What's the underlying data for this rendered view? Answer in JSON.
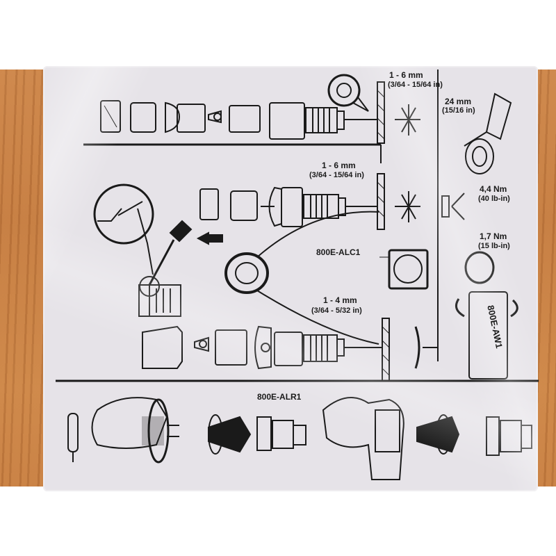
{
  "photo": {
    "subject": "instruction sheet in plastic bag on wooden surface",
    "colors": {
      "wood": "#c9824a",
      "sheet": "#e6e3e8",
      "ink": "#1a1a1a"
    }
  },
  "labels": {
    "gap_top_mm": "1 - 6 mm",
    "gap_top_in": "(3/64 - 15/64 in)",
    "wrench_mm": "24 mm",
    "wrench_in": "(15/16 in)",
    "gap_mid_mm": "1 - 6 mm",
    "gap_mid_in": "(3/64 - 15/64 in)",
    "torque_1": "4,4 Nm",
    "torque_1_lb": "(40 lb-in)",
    "torque_2": "1,7 Nm",
    "torque_2_lb": "(15 lb-in)",
    "part_alc1": "800E-ALC1",
    "gap_low_mm": "1 - 4 mm",
    "gap_low_in": "(3/64 - 5/32 in)",
    "part_aw1": "800E-AW1",
    "part_alr1": "800E-ALR1"
  }
}
